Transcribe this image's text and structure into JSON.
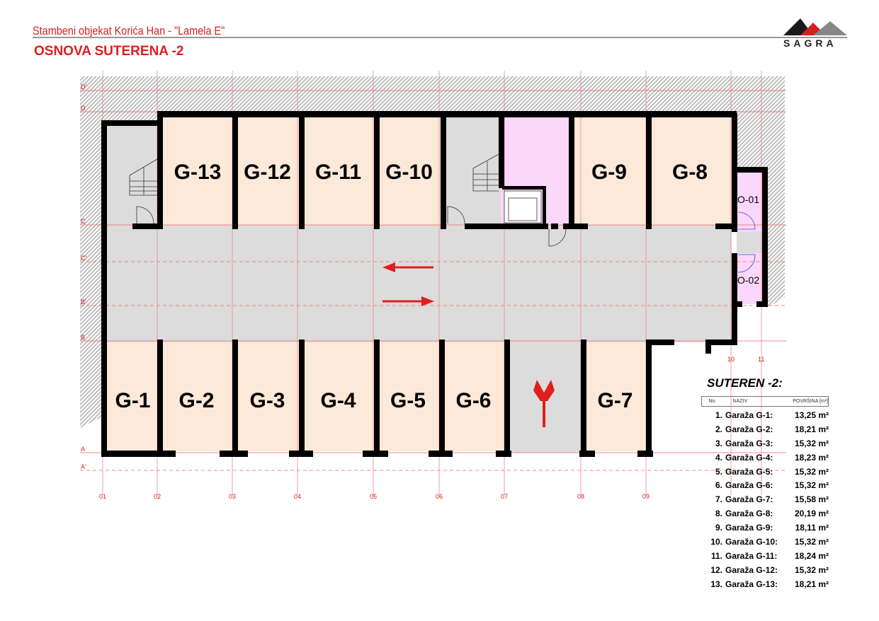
{
  "header": {
    "project": "Stambeni objekat Korića Han - \"Lamela E\"",
    "sheet_title": "OSNOVA SUTERENA -2",
    "logo": "SAGRA"
  },
  "grid": {
    "rows": [
      "D'",
      "D",
      "C",
      "C'",
      "B'",
      "B",
      "A",
      "A'"
    ],
    "cols": [
      "01",
      "02",
      "03",
      "04",
      "05",
      "06",
      "07",
      "08",
      "09",
      "10",
      "11"
    ]
  },
  "rooms": {
    "top": [
      "G-13",
      "G-12",
      "G-11",
      "G-10",
      "G-9",
      "G-8"
    ],
    "bottom": [
      "G-1",
      "G-2",
      "G-3",
      "G-4",
      "G-5",
      "G-6",
      "G-7"
    ],
    "storage": [
      "O-01",
      "O-02"
    ]
  },
  "colors": {
    "garage": "#fde9d9",
    "corridor": "#dcdcdc",
    "pink": "#fbd7fb",
    "accent": "#e01e1e"
  },
  "legend": {
    "title": "SUTEREN -2:",
    "headers": {
      "no": "No.",
      "name": "NAZIV",
      "area": "POVRŠINA [m²]"
    },
    "rows": [
      {
        "no": "1.",
        "name": "Garaža G-1:",
        "area": "13,25 m²"
      },
      {
        "no": "2.",
        "name": "Garaža G-2:",
        "area": "18,21 m²"
      },
      {
        "no": "3.",
        "name": "Garaža G-3:",
        "area": "15,32 m²"
      },
      {
        "no": "4.",
        "name": "Garaža G-4:",
        "area": "18,23 m²"
      },
      {
        "no": "5.",
        "name": "Garaža G-5:",
        "area": "15,32 m²"
      },
      {
        "no": "6.",
        "name": "Garaža G-6:",
        "area": "15,32 m²"
      },
      {
        "no": "7.",
        "name": "Garaža G-7:",
        "area": "15,58 m²"
      },
      {
        "no": "8.",
        "name": "Garaža G-8:",
        "area": "20,19 m²"
      },
      {
        "no": "9.",
        "name": "Garaža G-9:",
        "area": "18,11 m²"
      },
      {
        "no": "10.",
        "name": "Garaža G-10:",
        "area": "15,32 m²"
      },
      {
        "no": "11.",
        "name": "Garaža G-11:",
        "area": "18,24 m²"
      },
      {
        "no": "12.",
        "name": "Garaža G-12:",
        "area": "15,32 m²"
      },
      {
        "no": "13.",
        "name": "Garaža G-13:",
        "area": "18,21 m²"
      }
    ]
  }
}
